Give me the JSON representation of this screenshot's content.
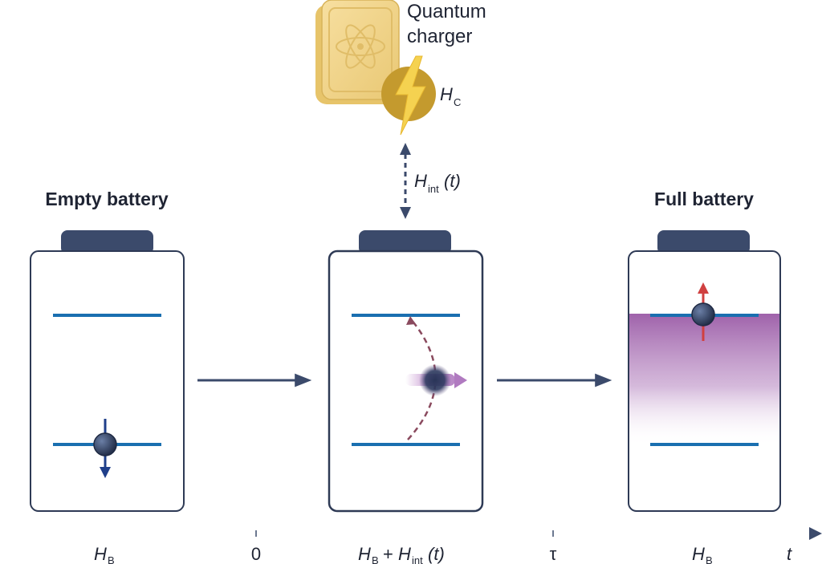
{
  "charger": {
    "label_line1": "Quantum",
    "label_line2": "charger",
    "hamiltonian_symbol": "H",
    "hamiltonian_subscript": "C",
    "coupling_symbol": "H",
    "coupling_subscript": "int",
    "coupling_arg": "(t)"
  },
  "batteries": {
    "empty_title": "Empty battery",
    "full_title": "Full battery"
  },
  "timeline": {
    "start_tick": "0",
    "end_tick": "τ",
    "axis_label": "t",
    "left_H": "H",
    "left_H_sub": "B",
    "middle_H": "H",
    "middle_H_sub": "B",
    "middle_plus": "+",
    "middle_Hint": "H",
    "middle_Hint_sub": "int",
    "middle_Hint_arg": "(t)",
    "right_H": "H",
    "right_H_sub": "B"
  },
  "colors": {
    "navy": "#3b4a6b",
    "level_blue": "#1a6fb0",
    "arrow_red": "#d04040",
    "charge_purple": "#9a5aa6",
    "charger_gold": "#e3c366",
    "charger_bolt": "#f2cc47",
    "timeline_red": "#c94b4b"
  }
}
